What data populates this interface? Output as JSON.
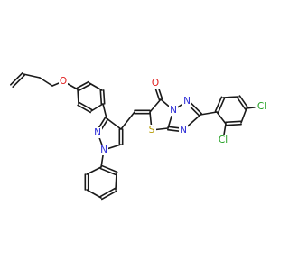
{
  "structure": {
    "colors": {
      "carbon_bond": "#1a1a1a",
      "nitrogen": "#2b2bd6",
      "oxygen": "#e01b1b",
      "sulfur": "#b59a00",
      "chlorine": "#1f9e1f"
    },
    "atom_labels": {
      "ether_oxygen": "O",
      "carbonyl_oxygen": "O",
      "thiazole_sulfur": "S",
      "triazole_n_fused": "N",
      "triazole_n2": "N",
      "triazole_n4": "N",
      "pyrazole_n1": "N",
      "pyrazole_n2": "N",
      "chlorine_para": "Cl",
      "chlorine_ortho": "Cl"
    }
  }
}
